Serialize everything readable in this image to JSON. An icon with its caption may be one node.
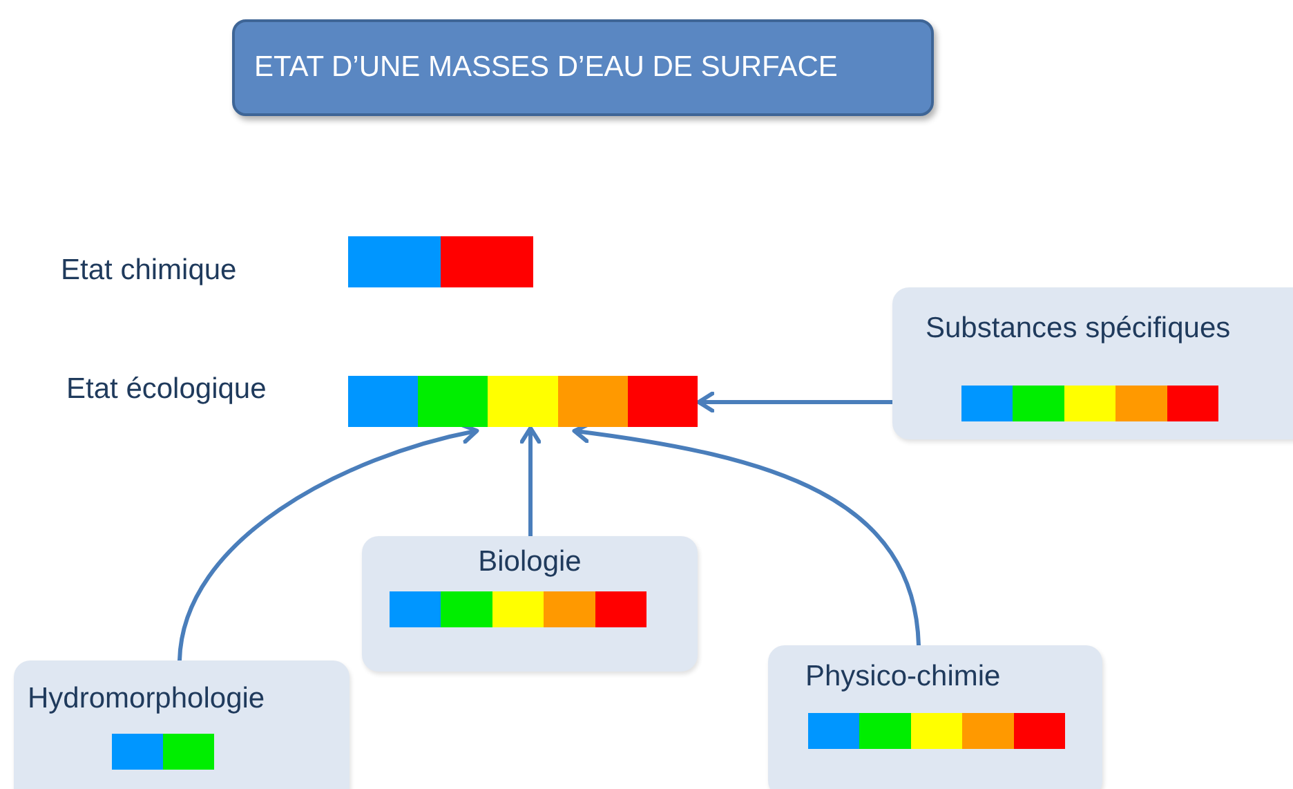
{
  "diagram": {
    "nodes": [
      {
        "text": [
          "ETAT D’UNE MASSES D’EAU DE SURFACE"
        ]
      },
      {
        "text": [],
        "shape": "bar",
        "beside": [
          "Etat chimique"
        ]
      },
      {
        "text": [],
        "shape": "bar",
        "beside": [
          "Etat écologique"
        ]
      },
      {
        "text": [
          "Substances spécifiques"
        ]
      },
      {
        "text": [],
        "shape": "bar",
        "in": 3
      },
      {
        "text": [
          "Biologie"
        ]
      },
      {
        "text": [],
        "shape": "bar",
        "in": 5
      },
      {
        "text": [
          "Hydromorphologie"
        ]
      },
      {
        "text": [],
        "shape": "bar",
        "in": 7
      },
      {
        "text": [
          "Physico-chimie"
        ]
      },
      {
        "text": [],
        "shape": "bar",
        "in": 9
      }
    ],
    "edges": [
      {
        "from": 3,
        "to": 2,
        "arrow": "to"
      },
      {
        "from": 5,
        "to": 2,
        "arrow": "to"
      },
      {
        "from": 7,
        "to": 2,
        "arrow": "to"
      },
      {
        "from": 9,
        "to": 2,
        "arrow": "to"
      }
    ]
  }
}
